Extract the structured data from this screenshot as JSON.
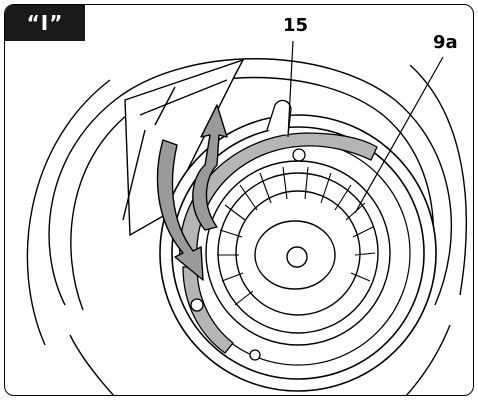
{
  "figure": {
    "tag_label": "“I”",
    "callouts": [
      {
        "id": "15",
        "label": "15"
      },
      {
        "id": "9a",
        "label": "9a"
      }
    ]
  },
  "colors": {
    "line": "#000000",
    "ring_fill": "#b5b5b5",
    "arrow_fill": "#9a9a9a",
    "tag_bg": "#1a1a1a",
    "tag_text": "#ffffff"
  }
}
